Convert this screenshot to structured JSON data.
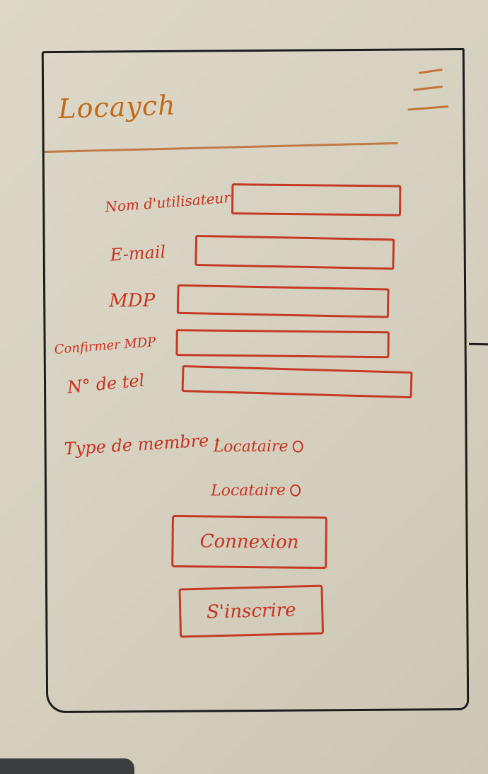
{
  "app": {
    "title": "Locaych"
  },
  "form": {
    "fields": [
      {
        "label": "Nom d'utilisateur",
        "value": "",
        "placeholder": ""
      },
      {
        "label": "E-mail",
        "value": "",
        "placeholder": ""
      },
      {
        "label": "MDP",
        "value": "",
        "placeholder": ""
      },
      {
        "label": "Confirmer MDP",
        "value": "",
        "placeholder": ""
      },
      {
        "label": "N° de tel",
        "value": "",
        "placeholder": ""
      }
    ],
    "member_type": {
      "label": "Type de membre :",
      "options": [
        "Locataire",
        "Locataire"
      ]
    }
  },
  "buttons": {
    "connect_label": "Connexion",
    "register_label": "S'inscrire"
  },
  "colors": {
    "ink_red": "#c8321f",
    "ink_orange": "#c06a1a",
    "ink_black": "#1d1d1d",
    "board": "#d6d1c0"
  }
}
